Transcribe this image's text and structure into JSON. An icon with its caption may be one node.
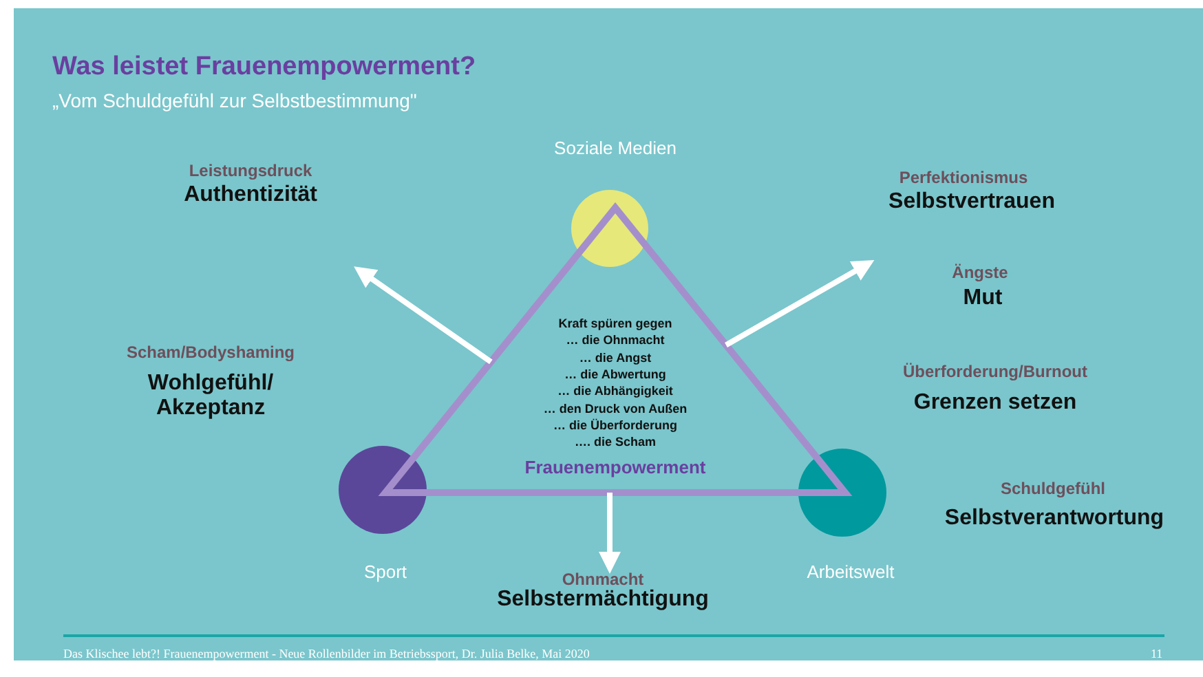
{
  "diagram": {
    "title": "Was leistet Frauenempowerment?",
    "nodes": [
      {
        "text": [
          "Kraft spüren gegen",
          "… die Ohnmacht",
          "… die Angst",
          "… die Abwertung",
          "… die Abhängigkeit",
          "… den Druck von Außen",
          "… die Überforderung",
          "…. die Scham",
          "Frauenempowerment"
        ]
      },
      {
        "text": [],
        "shape": "circle",
        "beside": [
          "Soziale Medien"
        ]
      },
      {
        "text": [],
        "shape": "circle",
        "beside": [
          "Sport"
        ]
      },
      {
        "text": [],
        "shape": "circle",
        "beside": [
          "Arbeitswelt"
        ]
      },
      {
        "text": [
          "Ohnmacht",
          "Selbstermächtigung"
        ]
      }
    ],
    "edges": [
      {
        "from": 0,
        "to": null,
        "arrow": "to"
      },
      {
        "from": 0,
        "to": null,
        "arrow": "to"
      },
      {
        "from": 0,
        "to": 4,
        "arrow": "to"
      }
    ],
    "labels": [
      "„Vom Schuldgefühl zur Selbstbestimmung\"",
      "Leistungsdruck",
      "Authentizität",
      "Perfektionismus",
      "Selbstvertrauen",
      "Ängste",
      "Mut",
      "Scham/Bodyshaming",
      "Wohlgefühl/ Akzeptanz",
      "Überforderung/Burnout",
      "Grenzen setzen",
      "Schuldgefühl",
      "Selbstverantwortung",
      "Das Klischee lebt?! Frauenempowerment - Neue Rollenbilder im Betriebssport, Dr. Julia Belke, Mai 2020",
      "11"
    ]
  }
}
